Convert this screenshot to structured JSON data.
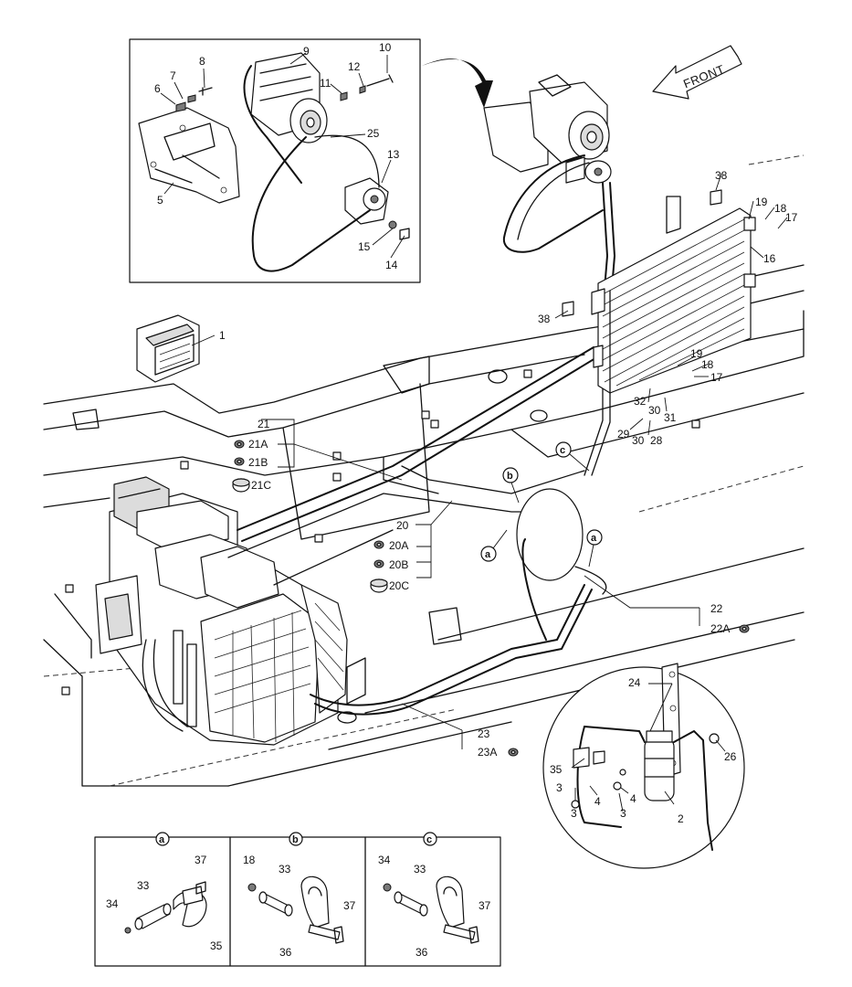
{
  "front_label": "FRONT",
  "labels": {
    "p1": "1",
    "p2": "2",
    "p3a": "3",
    "p3b": "3",
    "p3c": "3",
    "p4a": "4",
    "p4b": "4",
    "p5": "5",
    "p6": "6",
    "p7": "7",
    "p8": "8",
    "p9": "9",
    "p10": "10",
    "p11": "11",
    "p12": "12",
    "p13": "13",
    "p14": "14",
    "p15": "15",
    "p16": "16",
    "p17a": "17",
    "p17b": "17",
    "p18a": "18",
    "p18b": "18",
    "p18c": "18",
    "p19a": "19",
    "p19b": "19",
    "p20": "20",
    "p20a": "20A",
    "p20b": "20B",
    "p20c": "20C",
    "p21": "21",
    "p21a": "21A",
    "p21b": "21B",
    "p21c": "21C",
    "p22": "22",
    "p22a": "22A",
    "p23": "23",
    "p23a": "23A",
    "p24": "24",
    "p25": "25",
    "p26": "26",
    "p28": "28",
    "p29": "29",
    "p30a": "30",
    "p30b": "30",
    "p31": "31",
    "p32": "32",
    "p33a": "33",
    "p33b": "33",
    "p33c": "33",
    "p34a": "34",
    "p34b": "34",
    "p35a": "35",
    "p35b": "35",
    "p36a": "36",
    "p36b": "36",
    "p37a": "37",
    "p37b": "37",
    "p37c": "37",
    "p38a": "38",
    "p38b": "38"
  },
  "detail_markers": {
    "a_main": "a",
    "a_main2": "a",
    "b_main": "b",
    "c_main": "c",
    "a_box": "a",
    "b_box": "b",
    "c_box": "c"
  }
}
